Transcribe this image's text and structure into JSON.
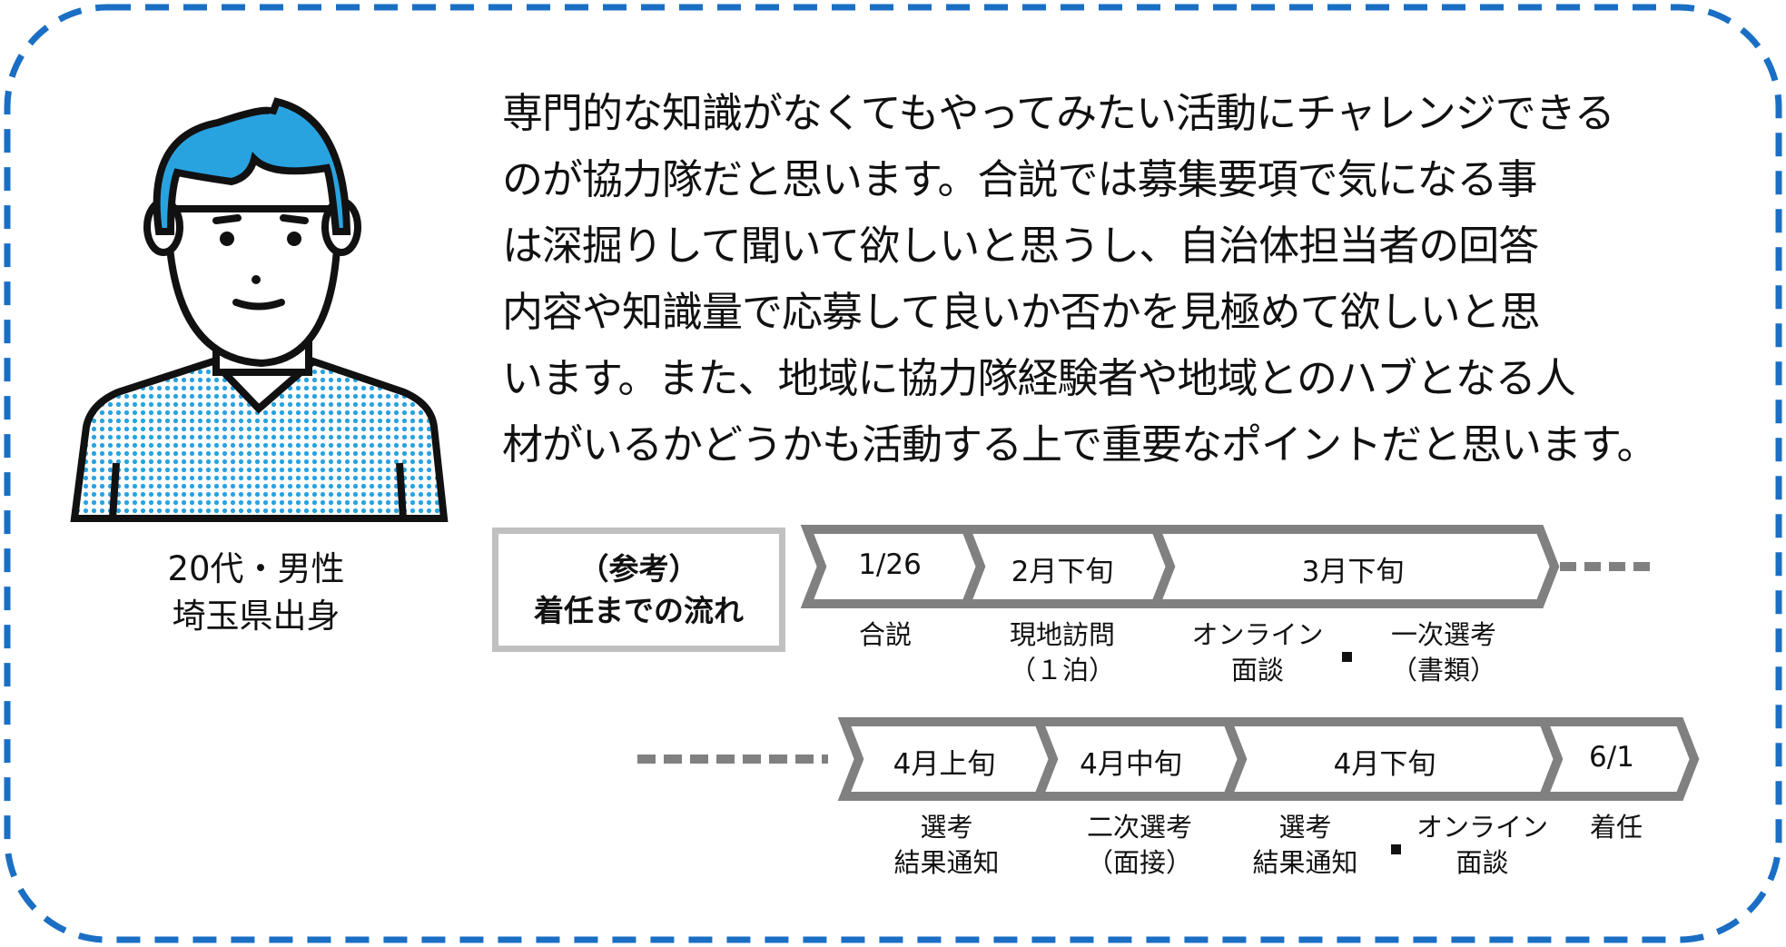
{
  "profile": {
    "age_gender": "20代・男性",
    "origin": "埼玉県出身"
  },
  "quote_lines": [
    "専門的な知識がなくてもやってみたい活動にチャレンジできる",
    "のが協力隊だと思います。合説では募集要項で気になる事",
    "は深掘りして聞いて欲しいと思うし、自治体担当者の回答",
    "内容や知識量で応募して良いか否かを見極めて欲しいと思",
    "います。また、地域に協力隊経験者や地域とのハブとなる人",
    "材がいるかどうかも活動する上で重要なポイントだと思います。"
  ],
  "reference": {
    "line1": "（参考）",
    "line2": "着任までの流れ"
  },
  "timeline_row1": [
    {
      "date": "1/26",
      "label1": "合説",
      "label2": ""
    },
    {
      "date": "2月下旬",
      "label1": "現地訪問",
      "label2": "（１泊）"
    },
    {
      "date": "3月下旬",
      "label1": "オンライン",
      "label2": "面談",
      "label3": "一次選考",
      "label4": "（書類）"
    }
  ],
  "timeline_row2": [
    {
      "date": "4月上旬",
      "label1": "選考",
      "label2": "結果通知"
    },
    {
      "date": "4月中旬",
      "label1": "二次選考",
      "label2": "（面接）"
    },
    {
      "date": "4月下旬",
      "label1": "選考",
      "label2": "結果通知",
      "label3": "オンライン",
      "label4": "面談"
    },
    {
      "date": "6/1",
      "label1": "着任",
      "label2": ""
    }
  ],
  "colors": {
    "border": "#1a6fc4",
    "chevron": "#808080",
    "hair": "#29a3e0",
    "ref_border": "#c0c0c0"
  }
}
